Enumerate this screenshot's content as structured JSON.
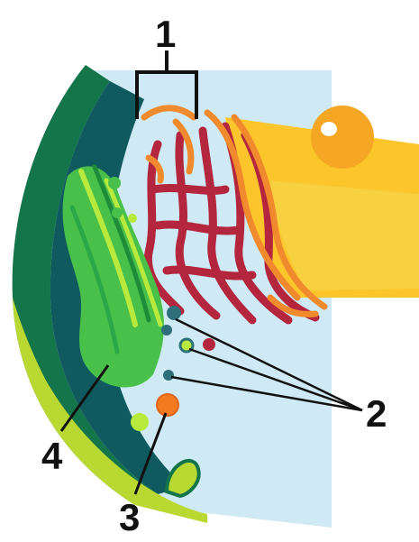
{
  "labels": {
    "one": "1",
    "two": "2",
    "three": "3",
    "four": "4"
  },
  "colors": {
    "cytoplasm": "#cfeaf5",
    "membrane_outer": "#14744a",
    "membrane_inner": "#b9d932",
    "cell_dark": "#0f5a5e",
    "golgi": "#48c04a",
    "golgi_light": "#b7ea3d",
    "rough_er": "#b3263e",
    "smooth_er": "#f08a2c",
    "nucleus": "#fbc52b",
    "nucleolus": "#f5a622",
    "vesicle": "#2f6f7a",
    "lysosome": "#f47a1f"
  }
}
